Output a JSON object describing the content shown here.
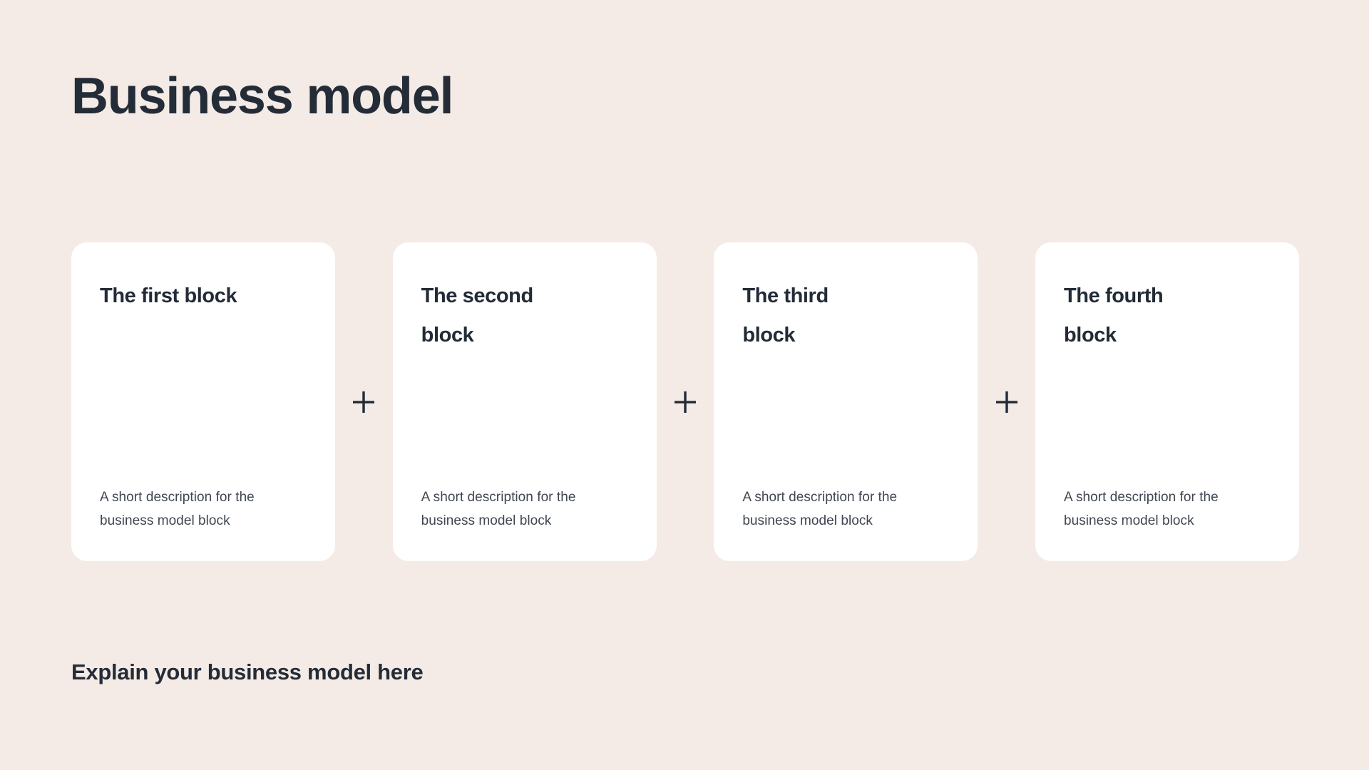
{
  "page": {
    "title": "Business model",
    "footer_caption": "Explain your business model here",
    "background_color": "#F4EBE6",
    "card_color": "#FFFFFF",
    "heading_color": "#242C37",
    "body_text_color": "#3F4651"
  },
  "separator": {
    "icon": "plus-icon",
    "symbol": "+"
  },
  "blocks": [
    {
      "title": "The first block",
      "description": "A short description for the business model block"
    },
    {
      "title": "The second block",
      "description": "A short description for the business model block"
    },
    {
      "title": "The third block",
      "description": "A short description for the business model block"
    },
    {
      "title": "The fourth block",
      "description": "A short description for the business model block"
    }
  ]
}
